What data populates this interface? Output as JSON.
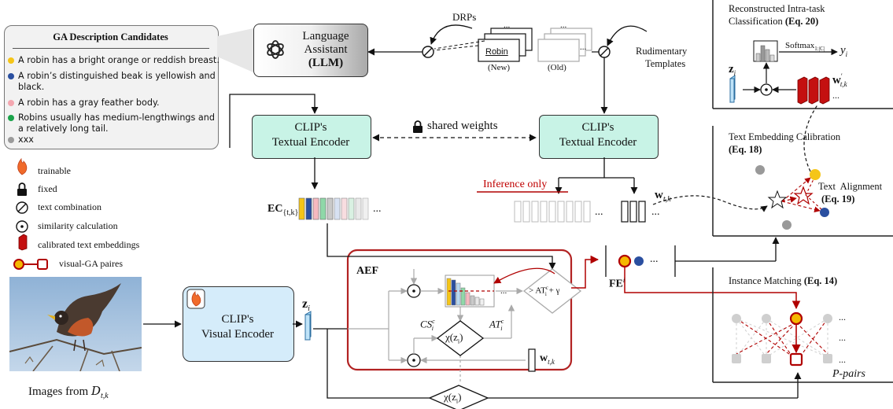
{
  "ga_panel": {
    "title": "GA Description Candidates",
    "items": [
      {
        "text": "A robin has a bright orange or reddish breast.",
        "color": "#f5c518"
      },
      {
        "text": "A robin’s distinguished beak is yellowish and",
        "cont": "black.",
        "color": "#2a4fa0"
      },
      {
        "text": "A robin has a gray feather body.",
        "color": "#f4a7b0"
      },
      {
        "text": "Robins usually has medium-lengthwings and",
        "cont": "a relatively long tail.",
        "color": "#1aa34a"
      },
      {
        "text": "xxx",
        "color": "#9a9a9a"
      }
    ]
  },
  "llm": {
    "line1": "Language",
    "line2": "Assistant",
    "line3": "(LLM)"
  },
  "drps_label": "DRPs",
  "robin_label": "Robin",
  "new_label": "(New)",
  "old_label": "(Old)",
  "rudimentary": {
    "line1": "Rudimentary",
    "line2": "Templates"
  },
  "ellipsis": "...",
  "text_encoder": {
    "line1": "CLIP's",
    "line2": "Textual Encoder"
  },
  "shared_weights": "shared weights",
  "legend": {
    "trainable": "trainable",
    "fixed": "fixed",
    "text_combination": "text combination",
    "similarity": "similarity calculation",
    "calibrated": "calibrated text embeddings",
    "visual_ga": "visual-GA paires"
  },
  "ec_label": "EC",
  "ec_sub": "{t,k}",
  "inference_only": "Inference only",
  "w_tk": "w",
  "w_sub": "t,k",
  "images_label": "Images from",
  "d_tk": "D",
  "visual_encoder": {
    "line1": "CLIP's",
    "line2": "Visual Encoder"
  },
  "z_i": "z",
  "z_sub": "i",
  "aef": {
    "title": "AEF",
    "threshold": "> AT",
    "threshold_sup": "c",
    "threshold_sub": "i",
    "threshold_tail": " + γ",
    "cs": "CS",
    "cs_sup": "c",
    "cs_sub": "i",
    "at": "AT",
    "at_sup": "c",
    "at_sub": "i",
    "chi": "χ(z",
    "chi_sub": "i",
    "chi_tail": ")"
  },
  "fe_label": "FE",
  "fe_sup": "i",
  "reconstructed": {
    "line1": "Reconstructed Intra-task",
    "line2": "Classification",
    "eq": "(Eq. 20)"
  },
  "softmax": "Softmax",
  "softmax_sub": "1:|C|",
  "y_i": "y",
  "y_sub": "i",
  "w_prime": "w",
  "w_prime_sup": "′",
  "calibration": {
    "title": "Text Embedding Calibration",
    "eq": "(Eq. 18)"
  },
  "alignment": {
    "title": "Text  Alignment",
    "eq": "(Eq. 19)"
  },
  "matching": {
    "title": "Instance Matching",
    "eq": "(Eq. 14)"
  },
  "p_pairs": "P-pairs",
  "colors": {
    "encoder": "#c8f3e6",
    "visual": "#d5ecfa",
    "aef_border": "#b22222",
    "eq_red": "#c00000",
    "dark_red": "#8b0000"
  }
}
